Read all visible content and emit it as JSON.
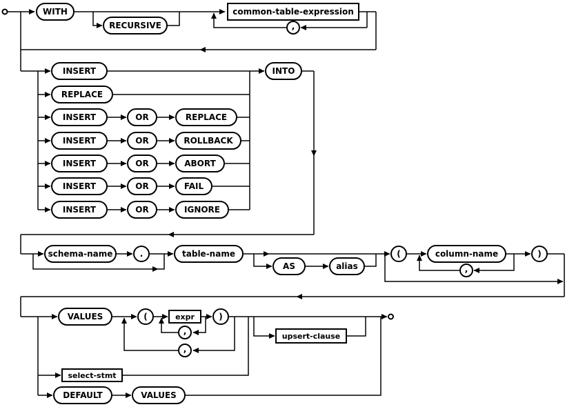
{
  "labels": {
    "with": "WITH",
    "recursive": "RECURSIVE",
    "common_table_expression": "common-table-expression",
    "comma": ",",
    "dot": ".",
    "lparen": "(",
    "rparen": ")",
    "insert": "INSERT",
    "replace": "REPLACE",
    "or": "OR",
    "rollback": "ROLLBACK",
    "abort": "ABORT",
    "fail": "FAIL",
    "ignore": "IGNORE",
    "into": "INTO",
    "schema_name": "schema-name",
    "table_name": "table-name",
    "as": "AS",
    "alias": "alias",
    "column_name": "column-name",
    "values": "VALUES",
    "expr": "expr",
    "select_stmt": "select-stmt",
    "default": "DEFAULT",
    "upsert_clause": "upsert-clause"
  },
  "colors": {
    "line": "#000000",
    "bubble_fill": "#ffffff",
    "text": "#000000",
    "background": "#ffffff"
  }
}
